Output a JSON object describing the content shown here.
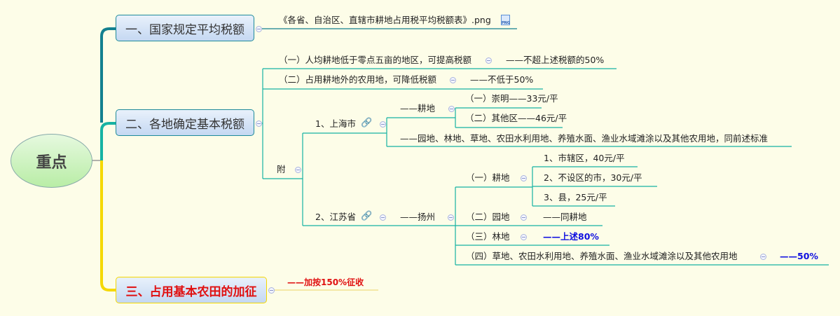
{
  "root": {
    "label": "重点"
  },
  "branch1": {
    "label": "一、国家规定平均税额",
    "attachment": "《各省、自治区、直辖市耕地占用税平均税额表》.png",
    "icon": "png-file-icon"
  },
  "branch2": {
    "label": "二、各地确定基本税额",
    "item1": {
      "label": "（一）人均耕地低于零点五亩的地区，可提高税额",
      "note": "——不超上述税额的50%"
    },
    "item2": {
      "label": "（二）占用耕地外的农用地，可降低税额",
      "note": "——不低于50%"
    },
    "appendix": {
      "label": "附",
      "shanghai": {
        "label": "1、上海市",
        "farmland": "——耕地",
        "chongming": "（一）崇明——33元/平",
        "others": "（二）其他区——46元/平",
        "other_land": "——园地、林地、草地、农田水利用地、养殖水面、渔业水域滩涂以及其他农用地，同前述标准"
      },
      "jiangsu": {
        "label": "2、江苏省",
        "yangzhou": "——扬州",
        "farmland": "（一）耕地",
        "district": "1、市辖区，40元/平",
        "city": "2、不设区的市，30元/平",
        "county": "3、县，25元/平",
        "garden": "（二）园地",
        "garden_note": "——同耕地",
        "forest": "（三）林地",
        "forest_note": "——上述80%",
        "grass": "（四）草地、农田水利用地、养殖水面、渔业水域滩涂以及其他农用地",
        "grass_note": "——50%"
      }
    }
  },
  "branch3": {
    "label": "三、占用基本农田的加征",
    "note": "——加按150%征收"
  },
  "colors": {
    "teal_dark": "#13808f",
    "teal": "#16b3a3",
    "yellow": "#f5d800",
    "red": "#e01010",
    "blue": "#1010e0",
    "background": "#fdfde8"
  }
}
